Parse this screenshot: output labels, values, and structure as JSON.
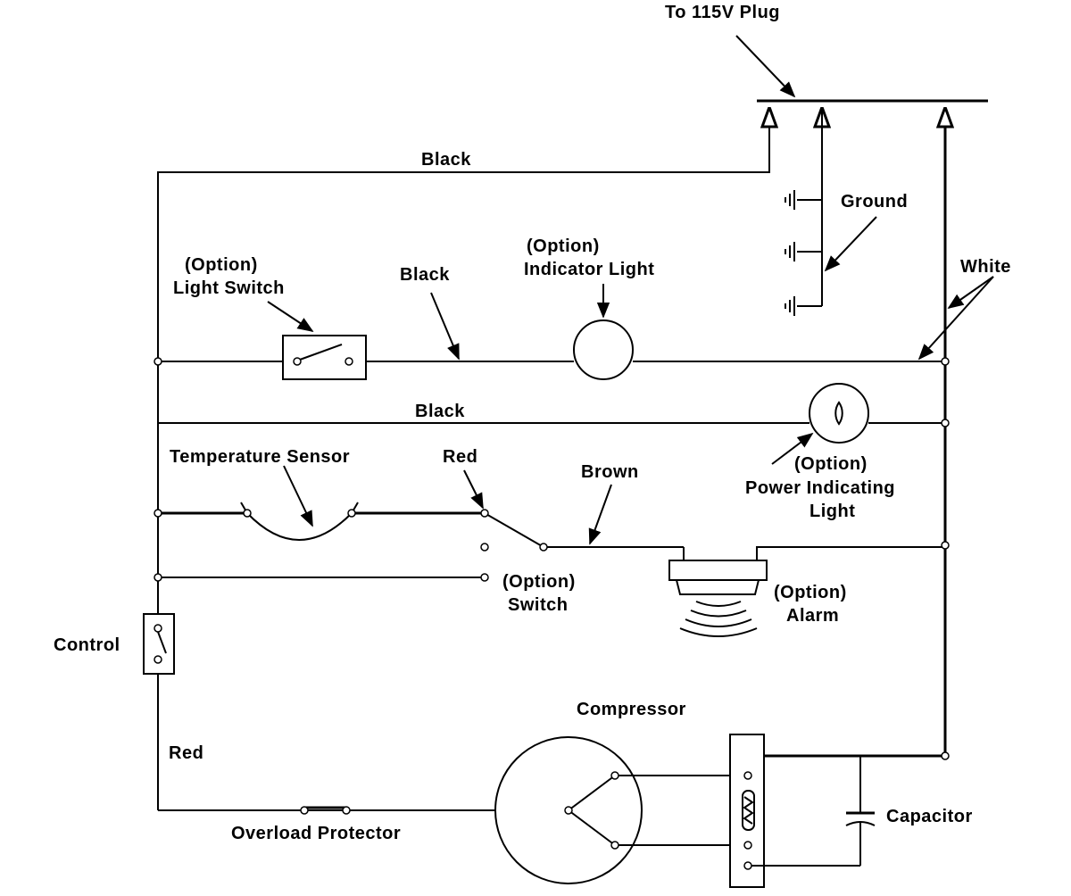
{
  "labels": {
    "plug": "To 115V Plug",
    "black_top": "Black",
    "ground": "Ground",
    "white": "White",
    "light_switch_1": "(Option)",
    "light_switch_2": "Light Switch",
    "black_mid": "Black",
    "indicator_1": "(Option)",
    "indicator_2": "Indicator Light",
    "black_row2": "Black",
    "temp_sensor": "Temperature Sensor",
    "red_sensor": "Red",
    "brown": "Brown",
    "power_light_1": "(Option)",
    "power_light_2": "Power Indicating",
    "power_light_3": "Light",
    "switch_1": "(Option)",
    "switch_2": "Switch",
    "alarm_1": "(Option)",
    "alarm_2": "Alarm",
    "control": "Control",
    "red_left": "Red",
    "compressor": "Compressor",
    "capacitor": "Capacitor",
    "overload": "Overload Protector"
  }
}
